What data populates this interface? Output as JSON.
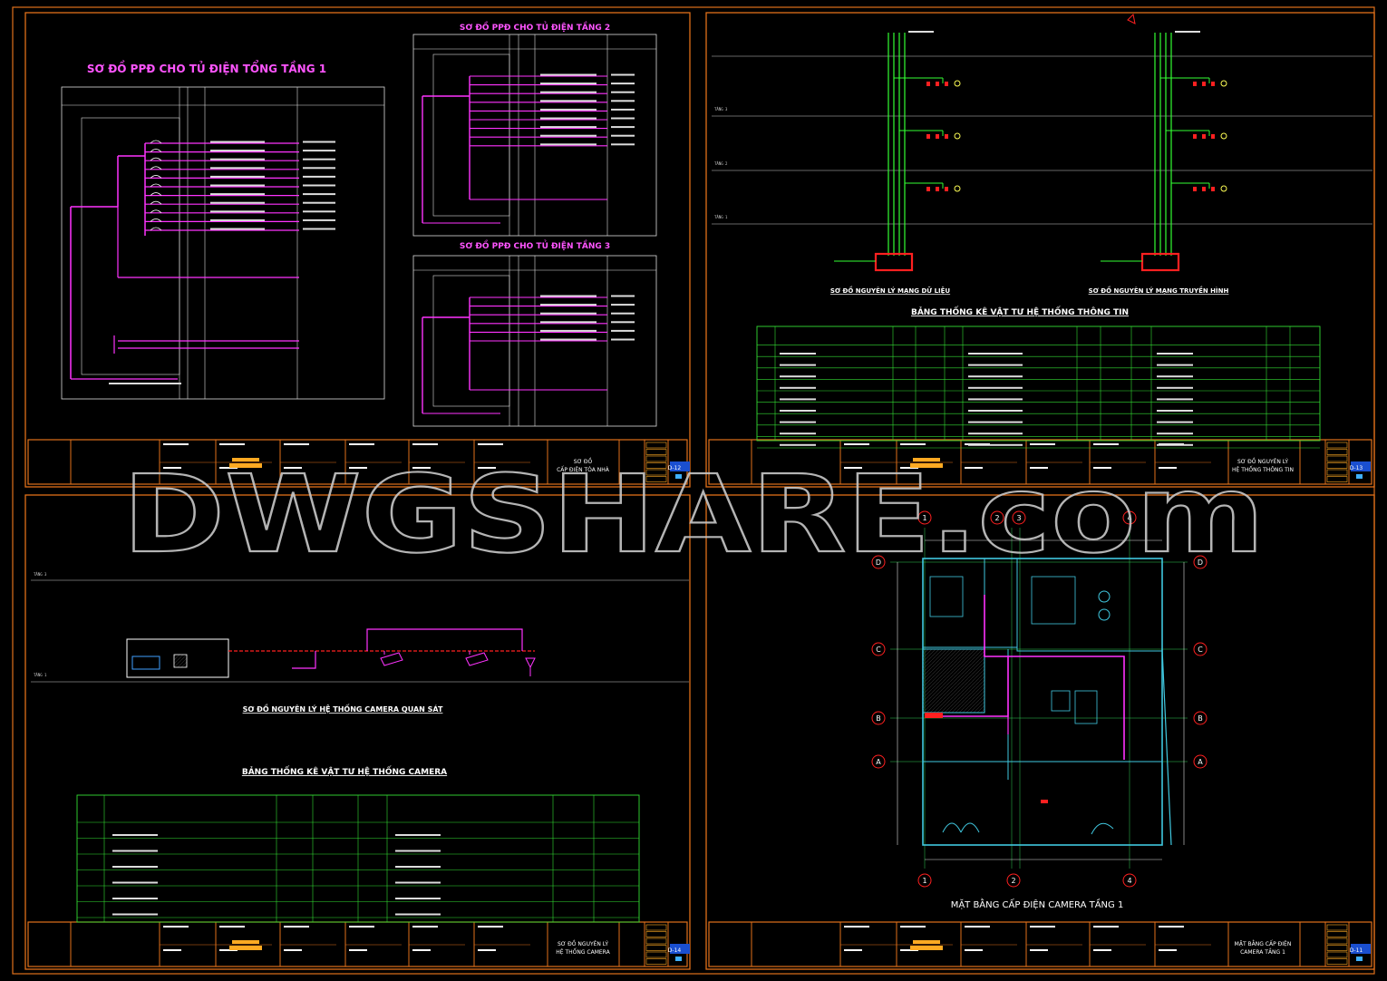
{
  "watermark": "DWGSHARE.com",
  "sheets": [
    {
      "id": "d12",
      "titles": [
        "SƠ ĐỒ PPĐ CHO TỦ ĐIỆN TỔNG TẦNG 1",
        "SƠ ĐỒ PPĐ CHO TỦ ĐIỆN TẦNG 2",
        "SƠ ĐỒ PPĐ CHO TỦ ĐIỆN TẦNG 3"
      ],
      "tb_name_1": "SƠ ĐỒ",
      "tb_name_2": "CẤP ĐIỆN TÒA NHÀ",
      "tb_code": "D-12"
    },
    {
      "id": "d13",
      "titles": [
        "SƠ ĐỒ NGUYÊN LÝ MẠNG DỮ LIỆU",
        "SƠ ĐỒ NGUYÊN LÝ MẠNG TRUYỀN HÌNH",
        "BẢNG THỐNG KÊ VẬT TƯ HỆ THỐNG THÔNG TIN"
      ],
      "tb_name_1": "SƠ ĐỒ NGUYÊN LÝ",
      "tb_name_2": "HỆ THỐNG THÔNG TIN",
      "tb_code": "D-13"
    },
    {
      "id": "d14",
      "titles": [
        "SƠ ĐỒ NGUYÊN LÝ HỆ THỐNG CAMERA QUAN SÁT",
        "BẢNG THỐNG KÊ VẬT TƯ HỆ THỐNG CAMERA"
      ],
      "tb_name_1": "SƠ ĐỒ NGUYÊN LÝ",
      "tb_name_2": "HỆ THỐNG CAMERA",
      "tb_code": "D-14"
    },
    {
      "id": "d11",
      "titles": [
        "MẶT BẰNG CẤP ĐIỆN CAMERA TẦNG 1"
      ],
      "tb_name_1": "MẶT BẰNG CẤP ĐIỆN",
      "tb_name_2": "CAMERA TẦNG 1",
      "tb_code": "D-11"
    }
  ],
  "floor_labels": [
    "TẦNG 3",
    "TẦNG 2",
    "TẦNG 1"
  ],
  "grid_numbers": [
    "1",
    "2",
    "3",
    "4"
  ],
  "grid_letters": [
    "A",
    "B",
    "C",
    "D"
  ],
  "colors": {
    "frame": "#e0701a",
    "circuit": "#ff33ff",
    "green": "#33ff33",
    "table": "#33dd33",
    "cyan": "#40c8e0",
    "red": "#ff2020",
    "yellow": "#ffff55",
    "orange_box": "#ffaa22",
    "watermark": "#bdbdbd"
  }
}
